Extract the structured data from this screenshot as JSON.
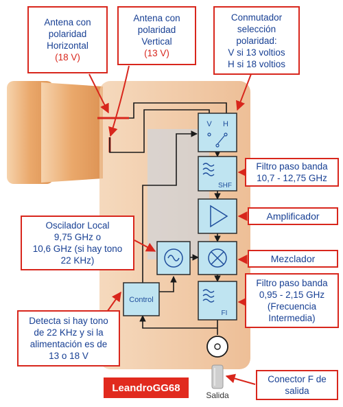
{
  "colors": {
    "callout_border": "#d8261c",
    "callout_text": "#173f93",
    "highlight_text": "#d8261c",
    "block_fill": "#bfe4f1",
    "block_border": "#2a2a2a",
    "housing": "#e8a76a",
    "watermark_bg": "#e12a1e"
  },
  "callouts": {
    "antena_h": [
      "Antena con",
      "polaridad",
      "Horizontal"
    ],
    "antena_h_voltage": "(18 V)",
    "antena_v": [
      "Antena con",
      "polaridad",
      "Vertical"
    ],
    "antena_v_voltage": "(13 V)",
    "conmutador": [
      "Conmutador",
      "selección",
      "polaridad:",
      "V si 13 voltios",
      "H si 18 voltios"
    ],
    "filtro_shf": [
      "Filtro paso banda",
      "10,7 - 12,75 GHz"
    ],
    "amplificador": "Amplificador",
    "oscilador": [
      "Oscilador Local",
      "9,75 GHz o",
      "10,6 GHz (si hay tono",
      "22 KHz)"
    ],
    "mezclador": "Mezclador",
    "filtro_fi": [
      "Filtro paso banda",
      "0,95 - 2,15 GHz",
      "(Frecuencia",
      "Intermedia)"
    ],
    "detecta": [
      "Detecta si hay tono",
      "de 22 KHz y si la",
      "alimentación es de",
      "13 o 18 V"
    ],
    "conector": [
      "Conector F de",
      "salida"
    ]
  },
  "blocks": {
    "switch_v": "V",
    "switch_h": "H",
    "shf_label": "SHF",
    "fi_label": "FI",
    "control_label": "Control"
  },
  "output_label": "Salida",
  "watermark": "LeandroGG68",
  "icons": {
    "switch": "polarity-switch-icon",
    "filter": "bandpass-filter-icon",
    "amplifier": "triangle-amplifier-icon",
    "mixer": "circle-x-mixer-icon",
    "oscillator": "sine-oscillator-icon",
    "connector": "coaxial-connector-icon"
  }
}
